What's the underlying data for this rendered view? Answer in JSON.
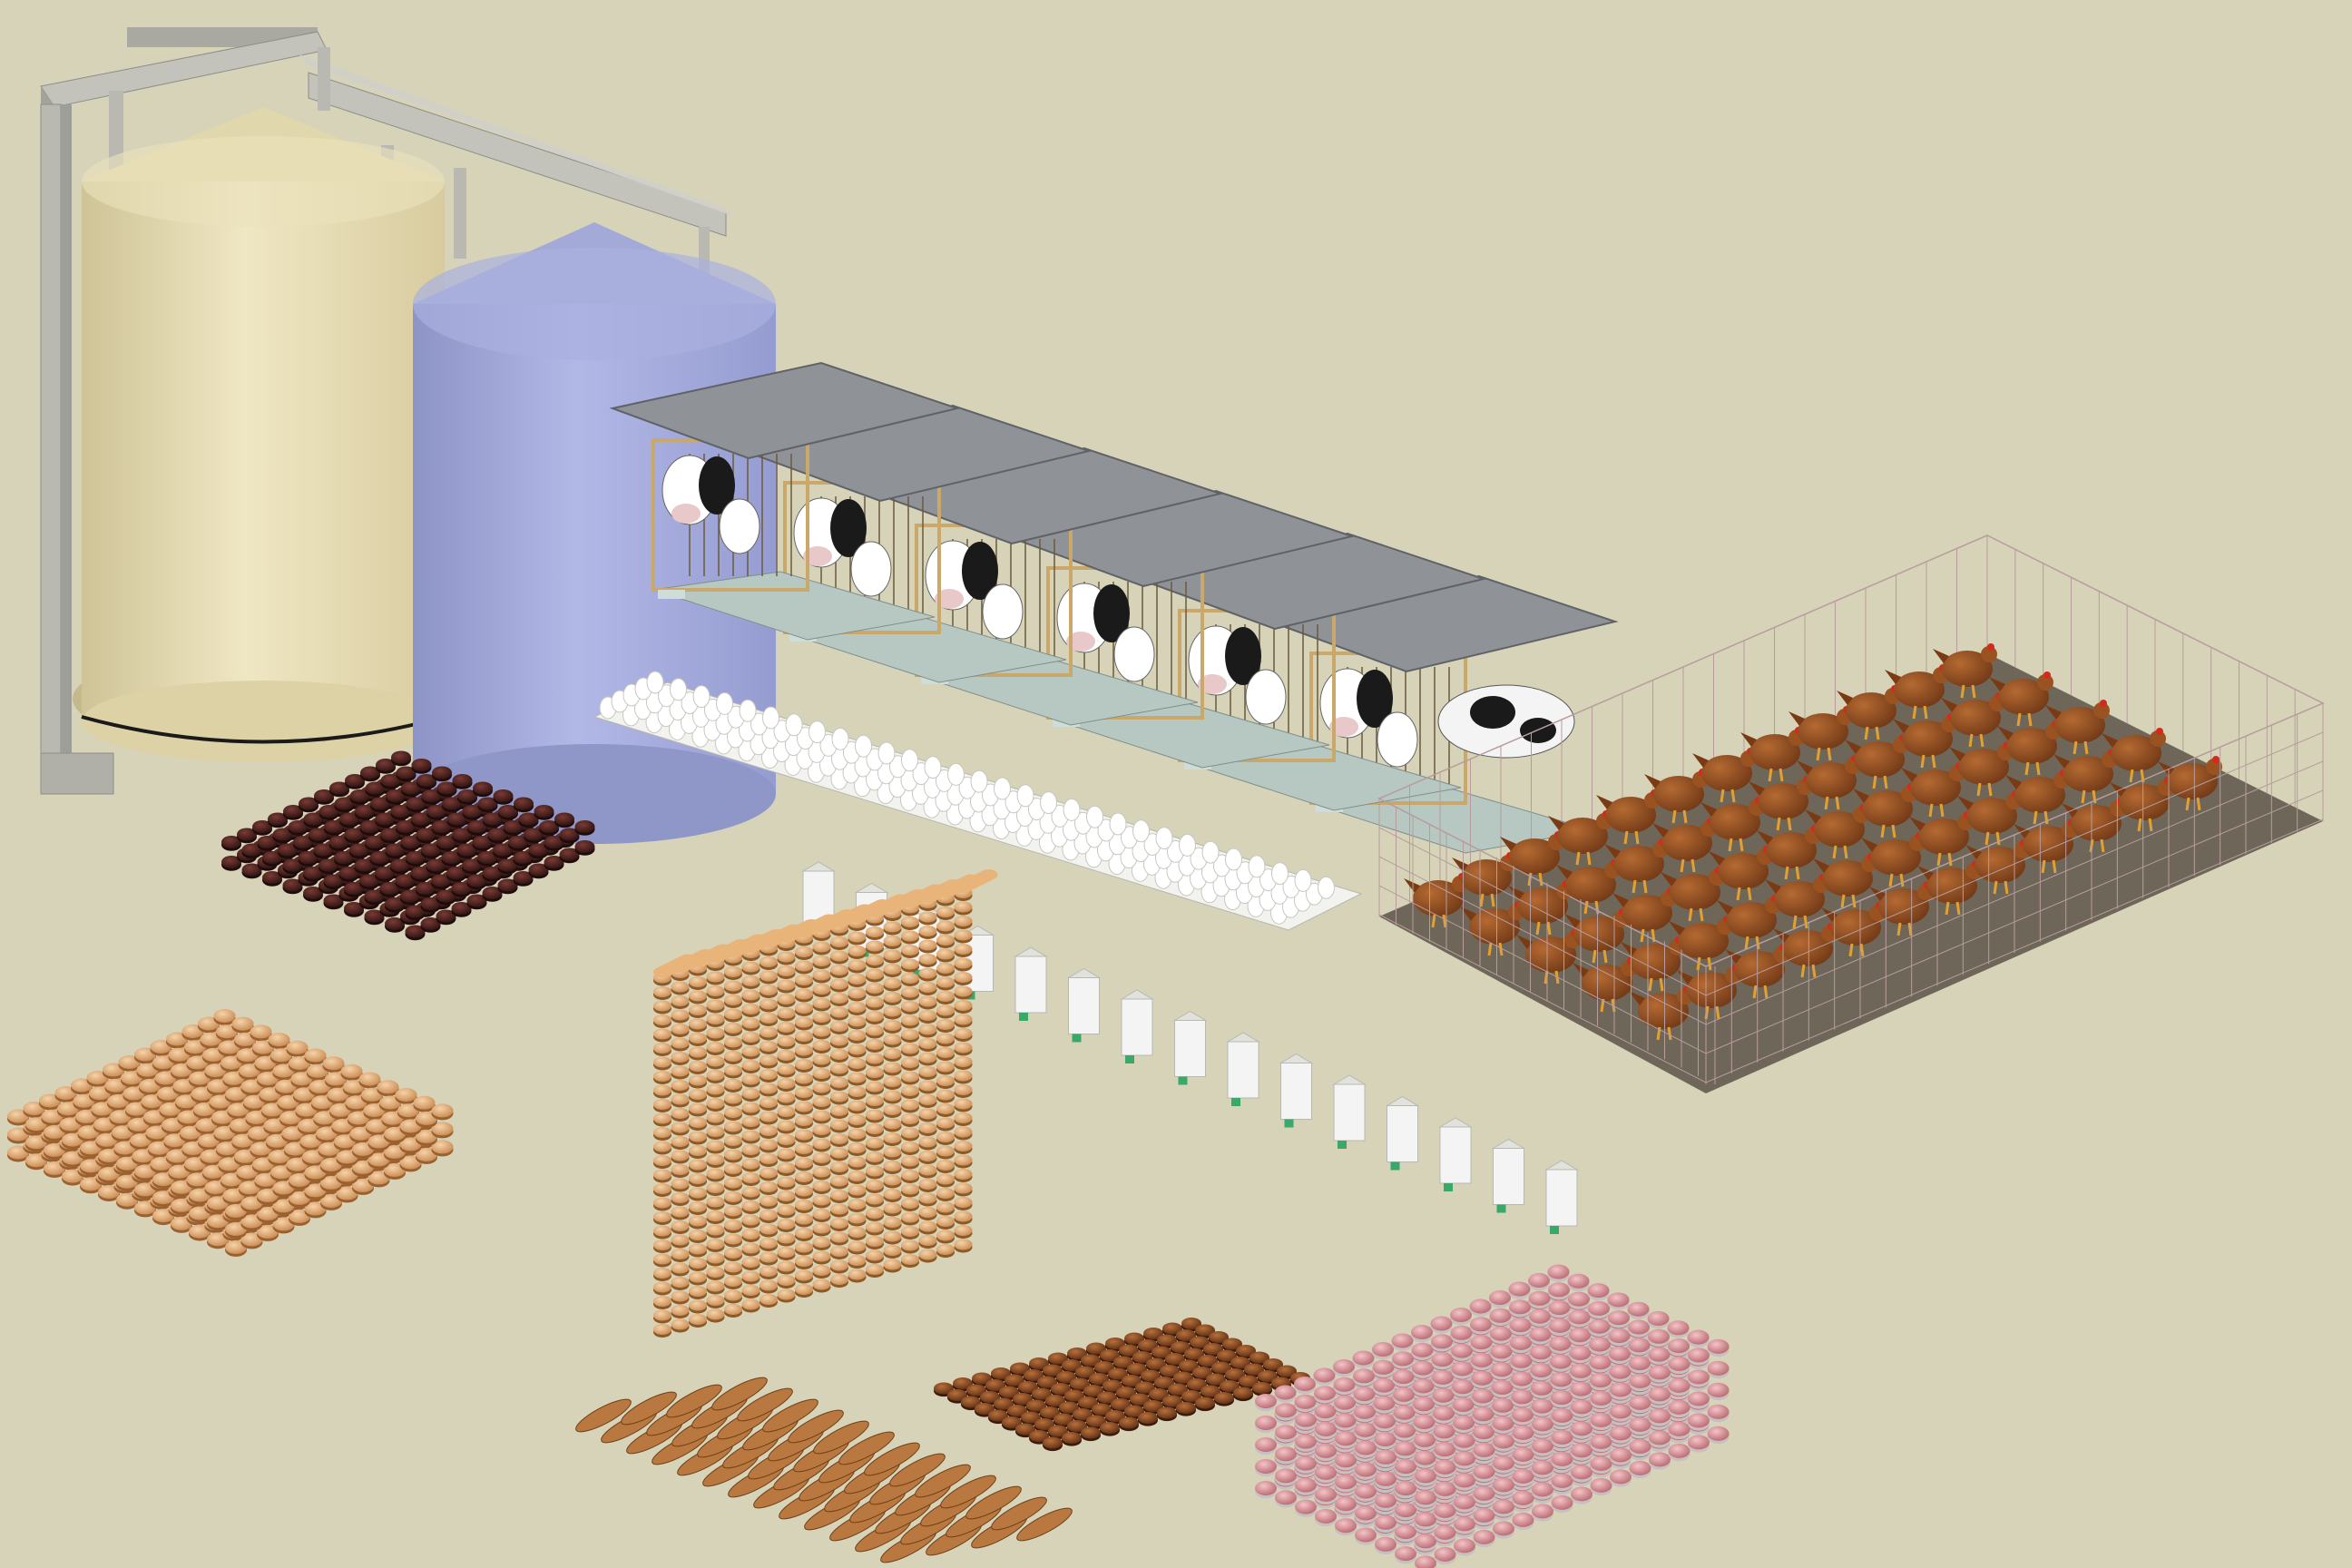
{
  "scene": {
    "background": "#d6d3b9",
    "silos": [
      {
        "name": "grain-silo",
        "body": "#e6dcb2",
        "shade": "#c9bd8e",
        "roof": "#ddd2a6"
      },
      {
        "name": "feed-silo",
        "body": "#a7aedc",
        "shade": "#8990bf",
        "roof": "#9aa1cf"
      }
    ],
    "conveyor_color": "#b9b9b2",
    "stalls": {
      "count": 6,
      "roof": "#8f9296",
      "frame": "#caa86a",
      "base": "#a8b8b4"
    },
    "cows": {
      "count": 6,
      "hide": "#ffffff",
      "patch": "#1a1a1a"
    },
    "henhouse": {
      "rows": 5,
      "cols": 12,
      "hen_color": "#8b4a22",
      "wire": "#b89c9c",
      "floor": "#6e6658"
    },
    "egg_tray": {
      "rows": 5,
      "cols": 30,
      "egg_color": "#ffffff"
    },
    "milk_cartons": {
      "count": 15,
      "carton": "#f4f4f4",
      "cap": "#3aa86a"
    },
    "product_stacks": [
      {
        "name": "chocolate-cakes",
        "color": "#4a2420",
        "layers": 2
      },
      {
        "name": "bread-rolls",
        "color": "#e8b07a",
        "layers": 3
      },
      {
        "name": "biscuit-block",
        "color": "#d9a05c",
        "layers": 14
      },
      {
        "name": "cookies",
        "color": "#8a4a22",
        "layers": 1
      },
      {
        "name": "baguettes",
        "color": "#b87840",
        "layers": 1
      },
      {
        "name": "meat-buns",
        "color": "#d98e96",
        "layers": 5
      }
    ]
  }
}
